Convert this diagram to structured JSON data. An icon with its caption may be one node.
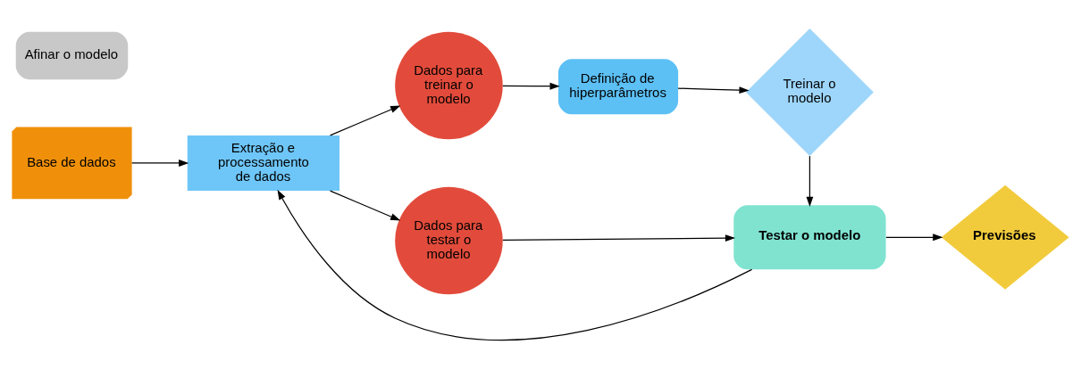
{
  "diagram": {
    "nodes": [
      {
        "text": [
          "Base de dados"
        ]
      },
      {
        "text": [
          "Extração e processamento de dados"
        ]
      },
      {
        "text": [
          "Dados para treinar o modelo"
        ]
      },
      {
        "text": [
          "Dados para testar o modelo"
        ]
      },
      {
        "text": [
          "Definição de hiperparâmetros"
        ]
      },
      {
        "text": [
          "Treinar o modelo"
        ]
      },
      {
        "text": [
          "Testar o modelo"
        ]
      },
      {
        "text": [
          "Previsões"
        ]
      },
      {
        "text": [
          "Afinar o modelo"
        ]
      }
    ],
    "edges": [
      {
        "from": 0,
        "to": 1,
        "arrow": "to"
      },
      {
        "from": 1,
        "to": 2,
        "arrow": "to"
      },
      {
        "from": 1,
        "to": 3,
        "arrow": "to"
      },
      {
        "from": 2,
        "to": 4,
        "arrow": "to"
      },
      {
        "from": 4,
        "to": 5,
        "arrow": "to"
      },
      {
        "from": 5,
        "to": 6,
        "arrow": "to"
      },
      {
        "from": 3,
        "to": 6,
        "arrow": "to"
      },
      {
        "from": 6,
        "to": 7,
        "arrow": "to"
      },
      {
        "from": 6,
        "to": 1,
        "arrow": "to"
      }
    ]
  }
}
